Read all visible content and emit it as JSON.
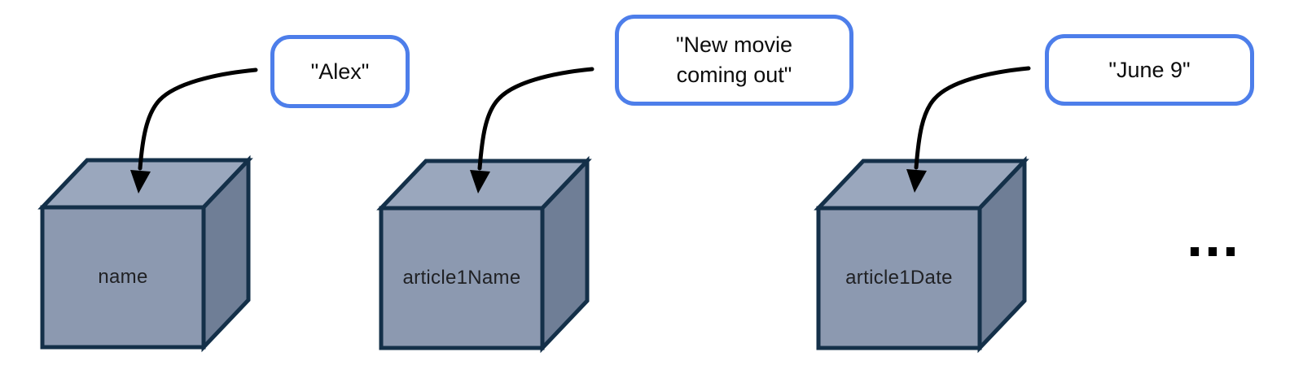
{
  "diagram": {
    "colors": {
      "background": "#ffffff",
      "accent": "#4d7eea",
      "cube_front": "#8c99b0",
      "cube_top": "#9aa7bd",
      "cube_side": "#6f7e96",
      "cube_outline": "#143049",
      "arrow": "#000000",
      "label_text": "#202124",
      "value_text": "#0d0d0d"
    },
    "boxes": [
      {
        "label": "name",
        "value": "\"Alex\""
      },
      {
        "label": "article1Name",
        "value": "\"New movie\ncoming out\""
      },
      {
        "label": "article1Date",
        "value": "\"June 9\""
      }
    ],
    "ellipsis": "..."
  }
}
